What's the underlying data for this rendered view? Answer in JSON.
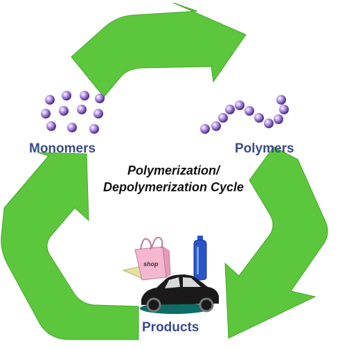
{
  "diagram": {
    "title_line1": "Polymerization/",
    "title_line2": "Depolymerization Cycle",
    "nodes": {
      "monomers": "Monomers",
      "polymers": "Polymers",
      "products": "Products"
    },
    "shop_bag_text": "shop"
  },
  "colors": {
    "arrow_green": "#5cc63c",
    "arrow_green_dark": "#3f9e2a",
    "label_blue": "#3a4a8c",
    "bead_purple": "#8a5cd6",
    "bead_purple_dark": "#4a2a8a",
    "bag_pink": "#f5b7d0",
    "bottle_blue": "#2a55c8",
    "car_black": "#1a1a1a",
    "shadow_teal": "#0e6d66"
  },
  "icons": [
    "recycle-arrow-icon",
    "monomer-beads-icon",
    "polymer-chain-icon",
    "shopping-bag-icon",
    "bottle-icon",
    "car-icon"
  ]
}
